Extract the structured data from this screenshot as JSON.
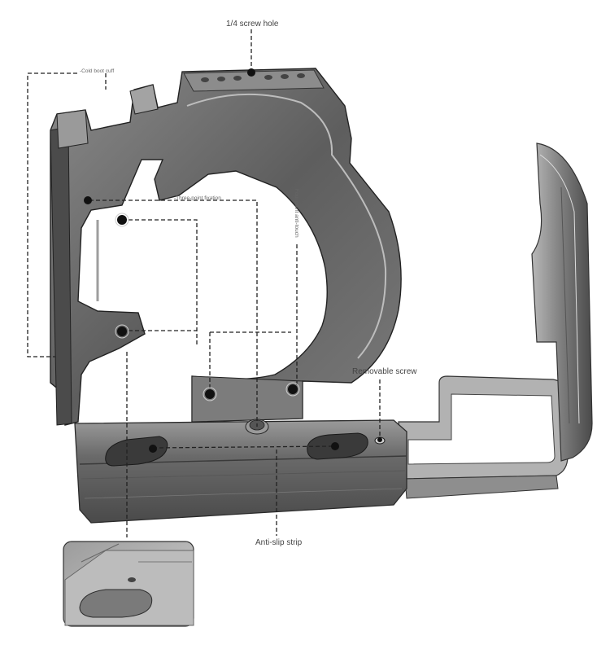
{
  "labels": {
    "screw_hole": "1/4 screw hole",
    "cold_boot": "-Cold boot cuff",
    "three_point": "-Three-point fixation",
    "four_point": "Four point anti-touch",
    "removable_screw": "Removable screw",
    "anti_slip": "Anti-slip strip"
  },
  "colors": {
    "metal_dark": "#3e3e3e",
    "metal_mid": "#6e6e6e",
    "metal_light": "#a8a8a8",
    "leader": "#222222",
    "background": "#ffffff"
  }
}
